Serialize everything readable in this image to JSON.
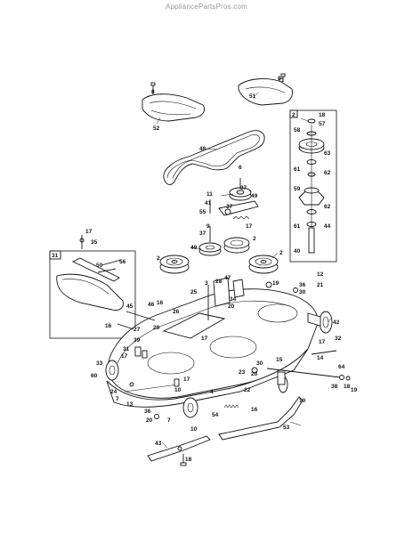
{
  "watermark": "AppliancePartsPros.com",
  "inset_box_labels": {
    "left": "31",
    "right": "2"
  },
  "callouts": [
    {
      "id": "c8a",
      "text": "8"
    },
    {
      "id": "c52",
      "text": "52"
    },
    {
      "id": "c8b",
      "text": "8"
    },
    {
      "id": "c51",
      "text": "51"
    },
    {
      "id": "c48",
      "text": "48"
    },
    {
      "id": "c6",
      "text": "6"
    },
    {
      "id": "c37a",
      "text": "37"
    },
    {
      "id": "c11",
      "text": "11"
    },
    {
      "id": "c49a",
      "text": "49"
    },
    {
      "id": "c41",
      "text": "41"
    },
    {
      "id": "c55",
      "text": "55"
    },
    {
      "id": "c37b",
      "text": "37"
    },
    {
      "id": "c17a",
      "text": "17"
    },
    {
      "id": "c9",
      "text": "9"
    },
    {
      "id": "c37c",
      "text": "37"
    },
    {
      "id": "c49b",
      "text": "49"
    },
    {
      "id": "c2a",
      "text": "2"
    },
    {
      "id": "c2b",
      "text": "2"
    },
    {
      "id": "c2c",
      "text": "2"
    },
    {
      "id": "c47",
      "text": "47"
    },
    {
      "id": "c3",
      "text": "3"
    },
    {
      "id": "c25",
      "text": "25"
    },
    {
      "id": "c28",
      "text": "28"
    },
    {
      "id": "c19",
      "text": "19"
    },
    {
      "id": "c34",
      "text": "34"
    },
    {
      "id": "c20a",
      "text": "20"
    },
    {
      "id": "c12",
      "text": "12"
    },
    {
      "id": "c36",
      "text": "36"
    },
    {
      "id": "c30a",
      "text": "30"
    },
    {
      "id": "c21",
      "text": "21"
    },
    {
      "id": "c17b",
      "text": "17"
    },
    {
      "id": "c35",
      "text": "35"
    },
    {
      "id": "c56",
      "text": "56"
    },
    {
      "id": "c50",
      "text": "50"
    },
    {
      "id": "c45",
      "text": "45"
    },
    {
      "id": "c46",
      "text": "46"
    },
    {
      "id": "c16a",
      "text": "16"
    },
    {
      "id": "c16b",
      "text": "16"
    },
    {
      "id": "c26",
      "text": "26"
    },
    {
      "id": "c27",
      "text": "27"
    },
    {
      "id": "c29",
      "text": "29"
    },
    {
      "id": "c39",
      "text": "39"
    },
    {
      "id": "c31",
      "text": "31"
    },
    {
      "id": "c17c",
      "text": "17"
    },
    {
      "id": "c17d",
      "text": "17"
    },
    {
      "id": "c42",
      "text": "42"
    },
    {
      "id": "c17e",
      "text": "17"
    },
    {
      "id": "c32",
      "text": "32"
    },
    {
      "id": "c33",
      "text": "33"
    },
    {
      "id": "c60",
      "text": "60"
    },
    {
      "id": "c14",
      "text": "14"
    },
    {
      "id": "c64",
      "text": "64"
    },
    {
      "id": "c38",
      "text": "38"
    },
    {
      "id": "c15",
      "text": "15"
    },
    {
      "id": "c22",
      "text": "22"
    },
    {
      "id": "c30b",
      "text": "30"
    },
    {
      "id": "c23",
      "text": "23"
    },
    {
      "id": "c20b",
      "text": "20"
    },
    {
      "id": "c24",
      "text": "24"
    },
    {
      "id": "c7a",
      "text": "7"
    },
    {
      "id": "c13",
      "text": "13"
    },
    {
      "id": "c4",
      "text": "4"
    },
    {
      "id": "c10a",
      "text": "10"
    },
    {
      "id": "c17f",
      "text": "17"
    },
    {
      "id": "c36b",
      "text": "36"
    },
    {
      "id": "c20c",
      "text": "20"
    },
    {
      "id": "c7b",
      "text": "7"
    },
    {
      "id": "c54",
      "text": "54"
    },
    {
      "id": "c16c",
      "text": "16"
    },
    {
      "id": "c10b",
      "text": "10"
    },
    {
      "id": "c53",
      "text": "53"
    },
    {
      "id": "c43",
      "text": "43"
    },
    {
      "id": "c10c",
      "text": "10"
    },
    {
      "id": "c18a",
      "text": "18"
    },
    {
      "id": "c18b",
      "text": "18"
    },
    {
      "id": "c57",
      "text": "57"
    },
    {
      "id": "c58",
      "text": "58"
    },
    {
      "id": "c63",
      "text": "63"
    },
    {
      "id": "c61a",
      "text": "61"
    },
    {
      "id": "c62a",
      "text": "62"
    },
    {
      "id": "c59",
      "text": "59"
    },
    {
      "id": "c62b",
      "text": "62"
    },
    {
      "id": "c61b",
      "text": "61"
    },
    {
      "id": "c44",
      "text": "44"
    },
    {
      "id": "c40",
      "text": "40"
    },
    {
      "id": "c18c",
      "text": "18"
    },
    {
      "id": "c19b",
      "text": "19"
    }
  ]
}
